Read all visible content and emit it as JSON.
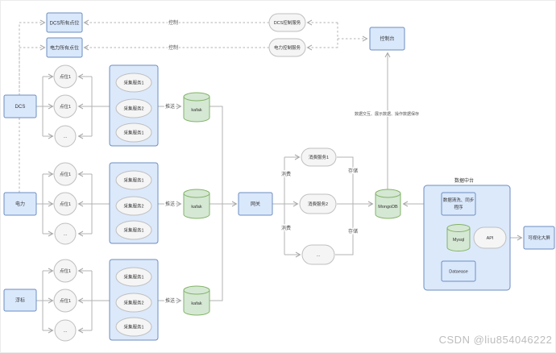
{
  "diagram": {
    "top": {
      "dcs_all_points": "DCS所有点位",
      "power_all_points": "电力所有点位",
      "dcs_control_service": "DCS控制服务",
      "power_control_service": "电力控制服务",
      "console": "控制台"
    },
    "sources": {
      "dcs": "DCS",
      "power": "电力",
      "buoy": "浮标"
    },
    "points": {
      "p1": "点位1",
      "p2": "点位1",
      "more": "..."
    },
    "collectors": {
      "s1": "采集服务1",
      "s2": "采集服务2",
      "s3": "采集服务1"
    },
    "middleware": {
      "kafka": "kafak",
      "mongodb": "MongoDB"
    },
    "gateway": "网关",
    "consumers": {
      "c1": "消费服务1",
      "c2": "消费服务2",
      "more": "..."
    },
    "platform": {
      "label": "数据中台",
      "clean_line1": "数据清洗、同步",
      "clean_line2": "程序",
      "mysql": "Mysql",
      "api": "API",
      "dataease": "Dataease",
      "big_screen": "可视化大屏"
    },
    "edge_labels": {
      "control": "控制",
      "push": "推送",
      "consume": "消费",
      "store": "存储",
      "interact": "数据交互、展示数据、操作数据保存"
    }
  },
  "watermark": "CSDN @liu854046222",
  "colors": {
    "node_blue_fill": "#dae8fc",
    "node_blue_border": "#6c8ebf",
    "green_fill": "#d5e8d4",
    "green_border": "#82b366",
    "gray_fill": "#f5f5f5",
    "gray_border": "#bfbfbf",
    "edge": "#b3b3b3",
    "watermark": "#bdbdbd"
  }
}
